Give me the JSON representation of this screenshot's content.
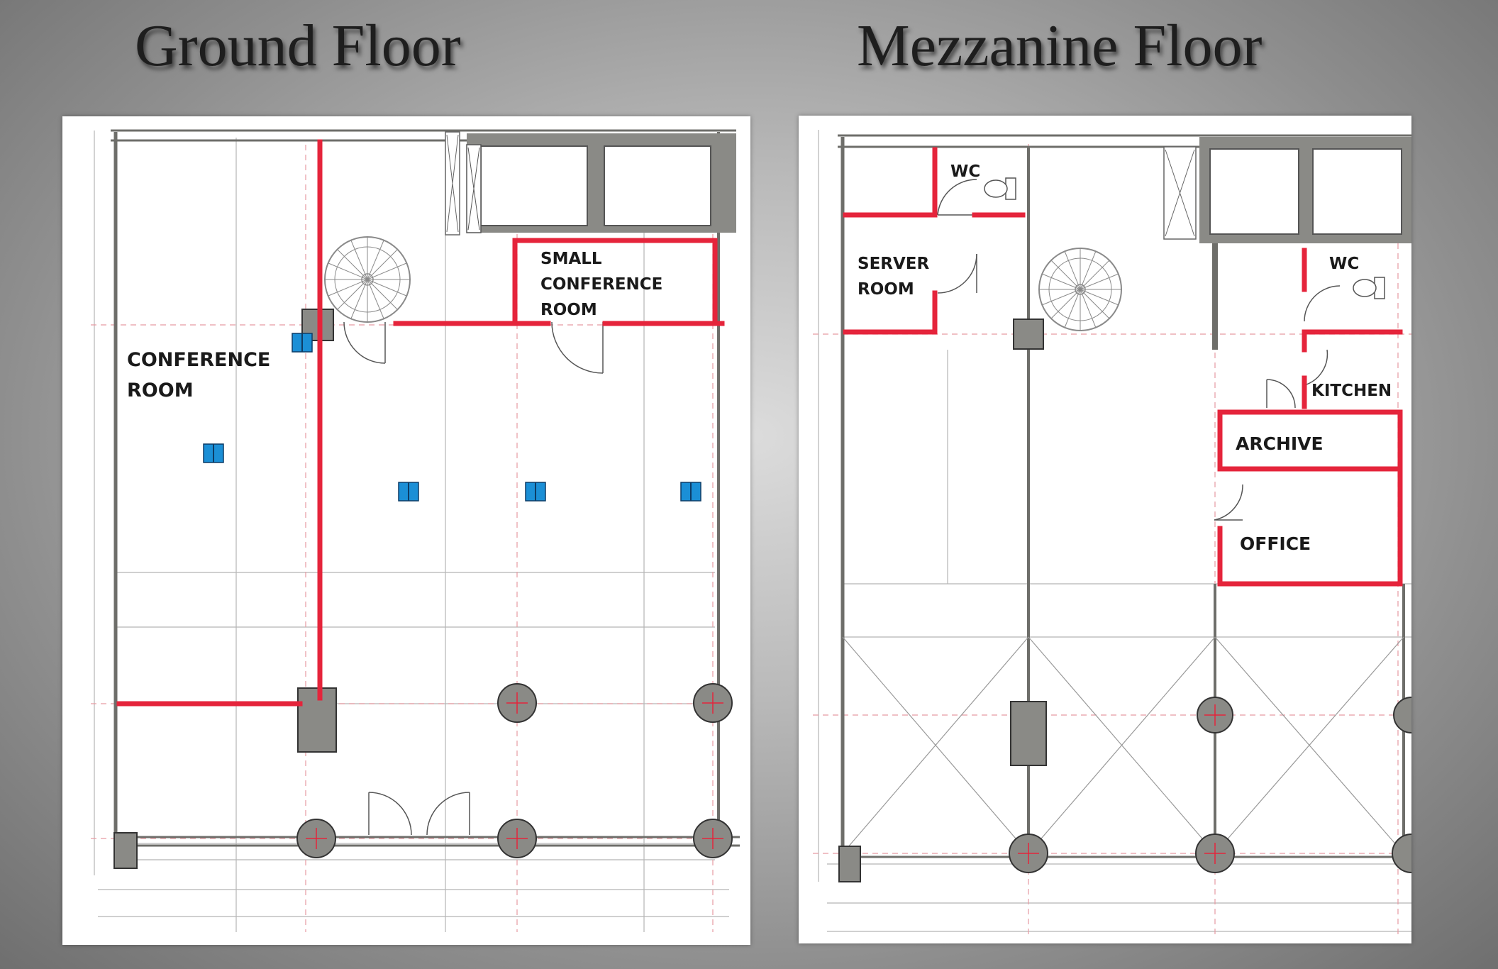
{
  "titles": {
    "ground": "Ground Floor",
    "mezzanine": "Mezzanine Floor"
  },
  "ground_floor": {
    "rooms": {
      "small_conference_line1": "SMALL",
      "small_conference_line2": "CONFERENCE",
      "small_conference_line3": "ROOM",
      "conference_line1": "CONFERENCE",
      "conference_line2": "ROOM"
    }
  },
  "mezzanine_floor": {
    "rooms": {
      "wc_1": "WC",
      "server_line1": "SERVER",
      "server_line2": "ROOM",
      "wc_2": "WC",
      "kitchen": "KITCHEN",
      "archive": "ARCHIVE",
      "office": "OFFICE"
    }
  },
  "colors": {
    "partition_wall": "#e5243b",
    "structure": "#8a8a86",
    "outlet": "#1b8fd6",
    "grid_line": "#b0b0b0"
  }
}
